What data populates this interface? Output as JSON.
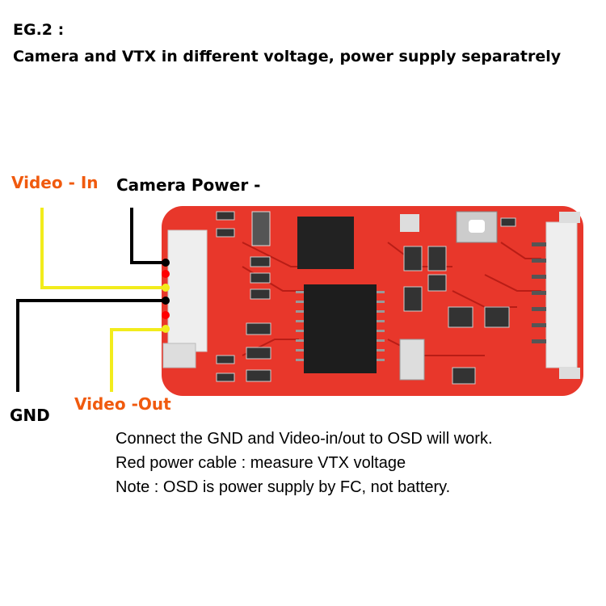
{
  "header": {
    "example": "EG.2 :",
    "title": "Camera and VTX in different voltage, power supply separatrely"
  },
  "labels": {
    "video_in": "Video - In",
    "camera_power": "Camera Power -",
    "gnd": "GND",
    "video_out": "Video -Out"
  },
  "notes": [
    "Connect the GND and Video-in/out to OSD will work.",
    "Red power cable : measure VTX voltage",
    "Note : OSD is power supply by FC, not battery."
  ],
  "colors": {
    "board": "#e8372b",
    "wire_black": "#000000",
    "wire_yellow": "#f2ec1c",
    "pin_red": "#ff0000",
    "label_orange": "#f05a0e"
  }
}
